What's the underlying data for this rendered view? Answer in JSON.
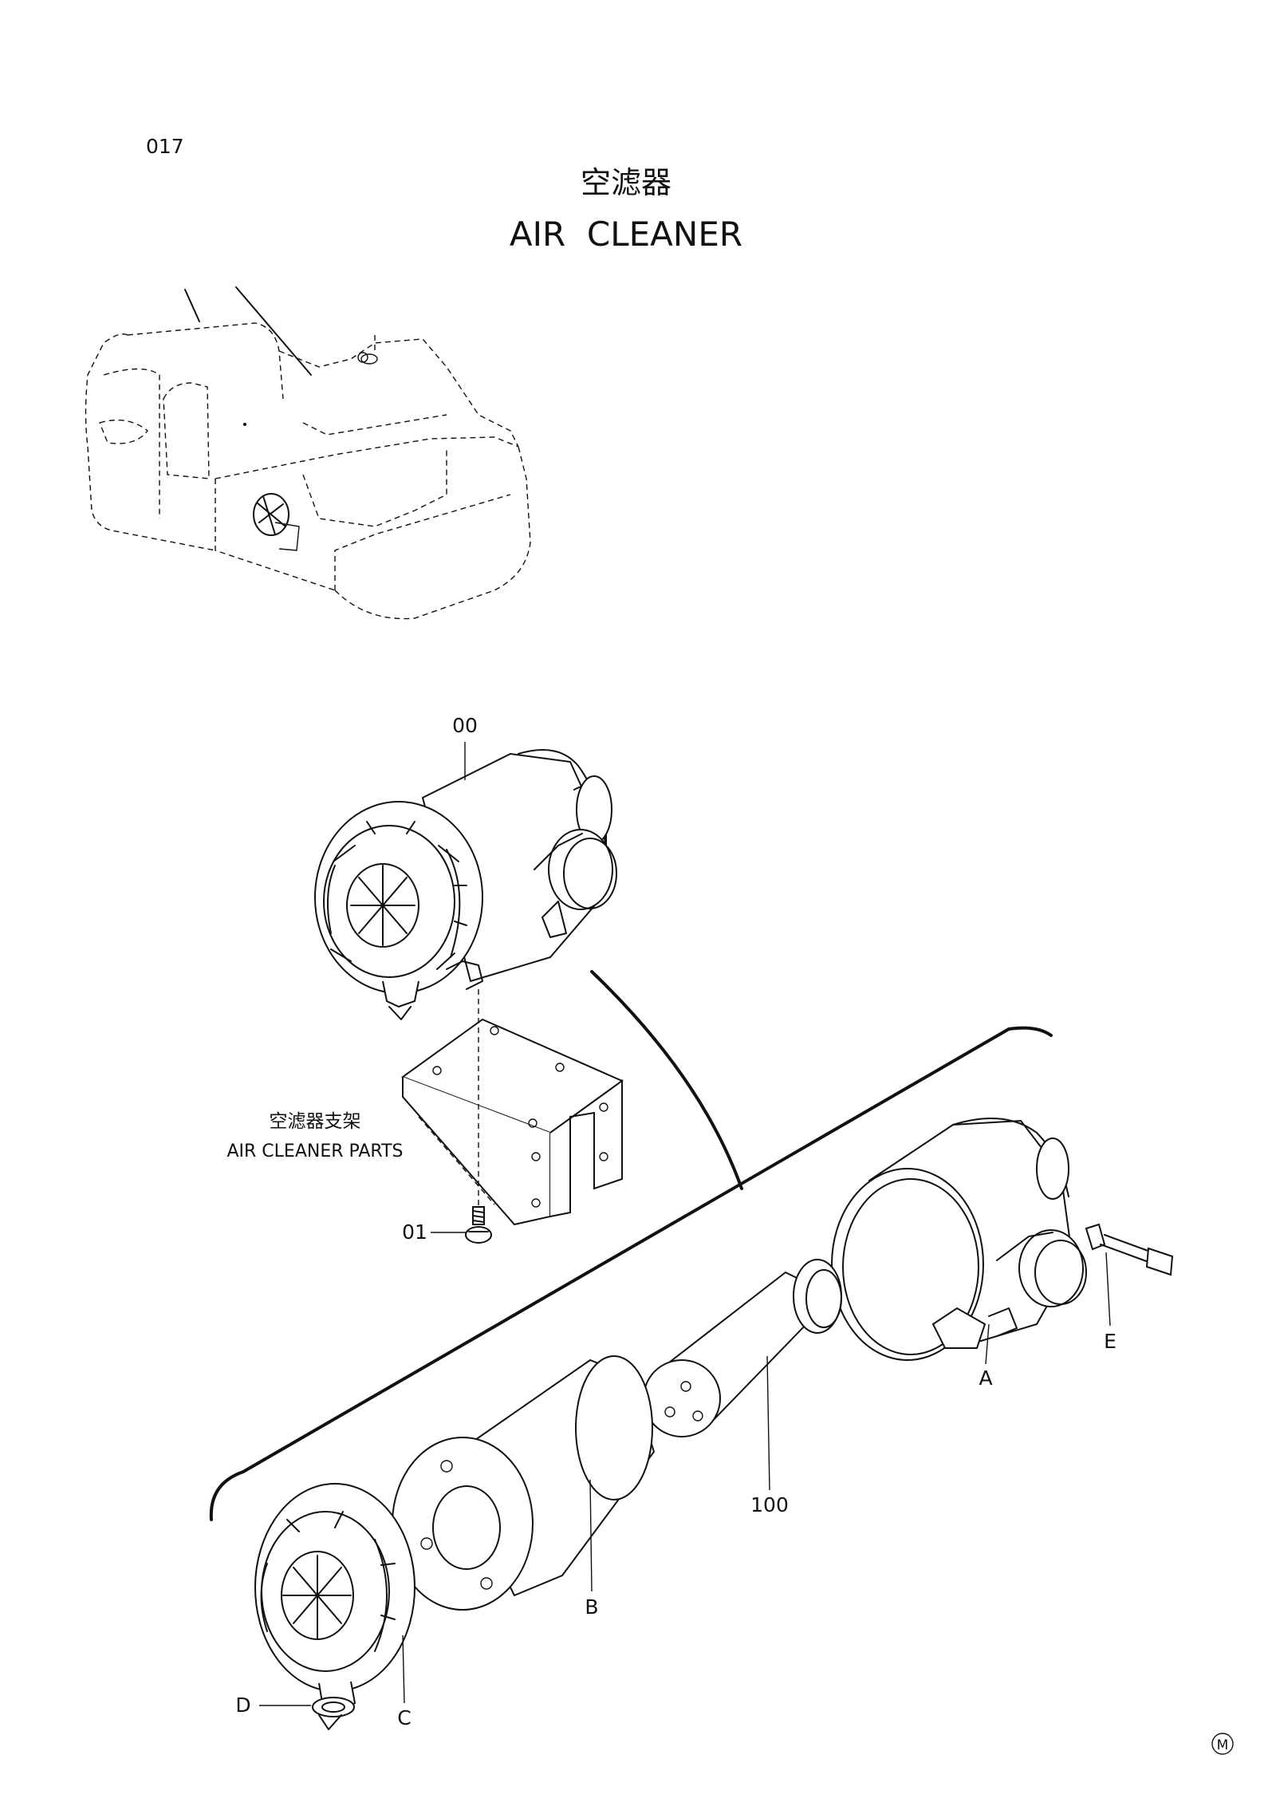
{
  "page": {
    "code": "017",
    "title_cn": "空滤器",
    "title_en": "AIR  CLEANER",
    "corner_mark": "M"
  },
  "bracket_note": {
    "cn": "空滤器支架",
    "en": "AIR CLEANER PARTS"
  },
  "callouts": {
    "assembly": "00",
    "bolt": "01",
    "element_inner": "100",
    "a": "A",
    "b": "B",
    "c": "C",
    "d": "D",
    "e": "E"
  }
}
